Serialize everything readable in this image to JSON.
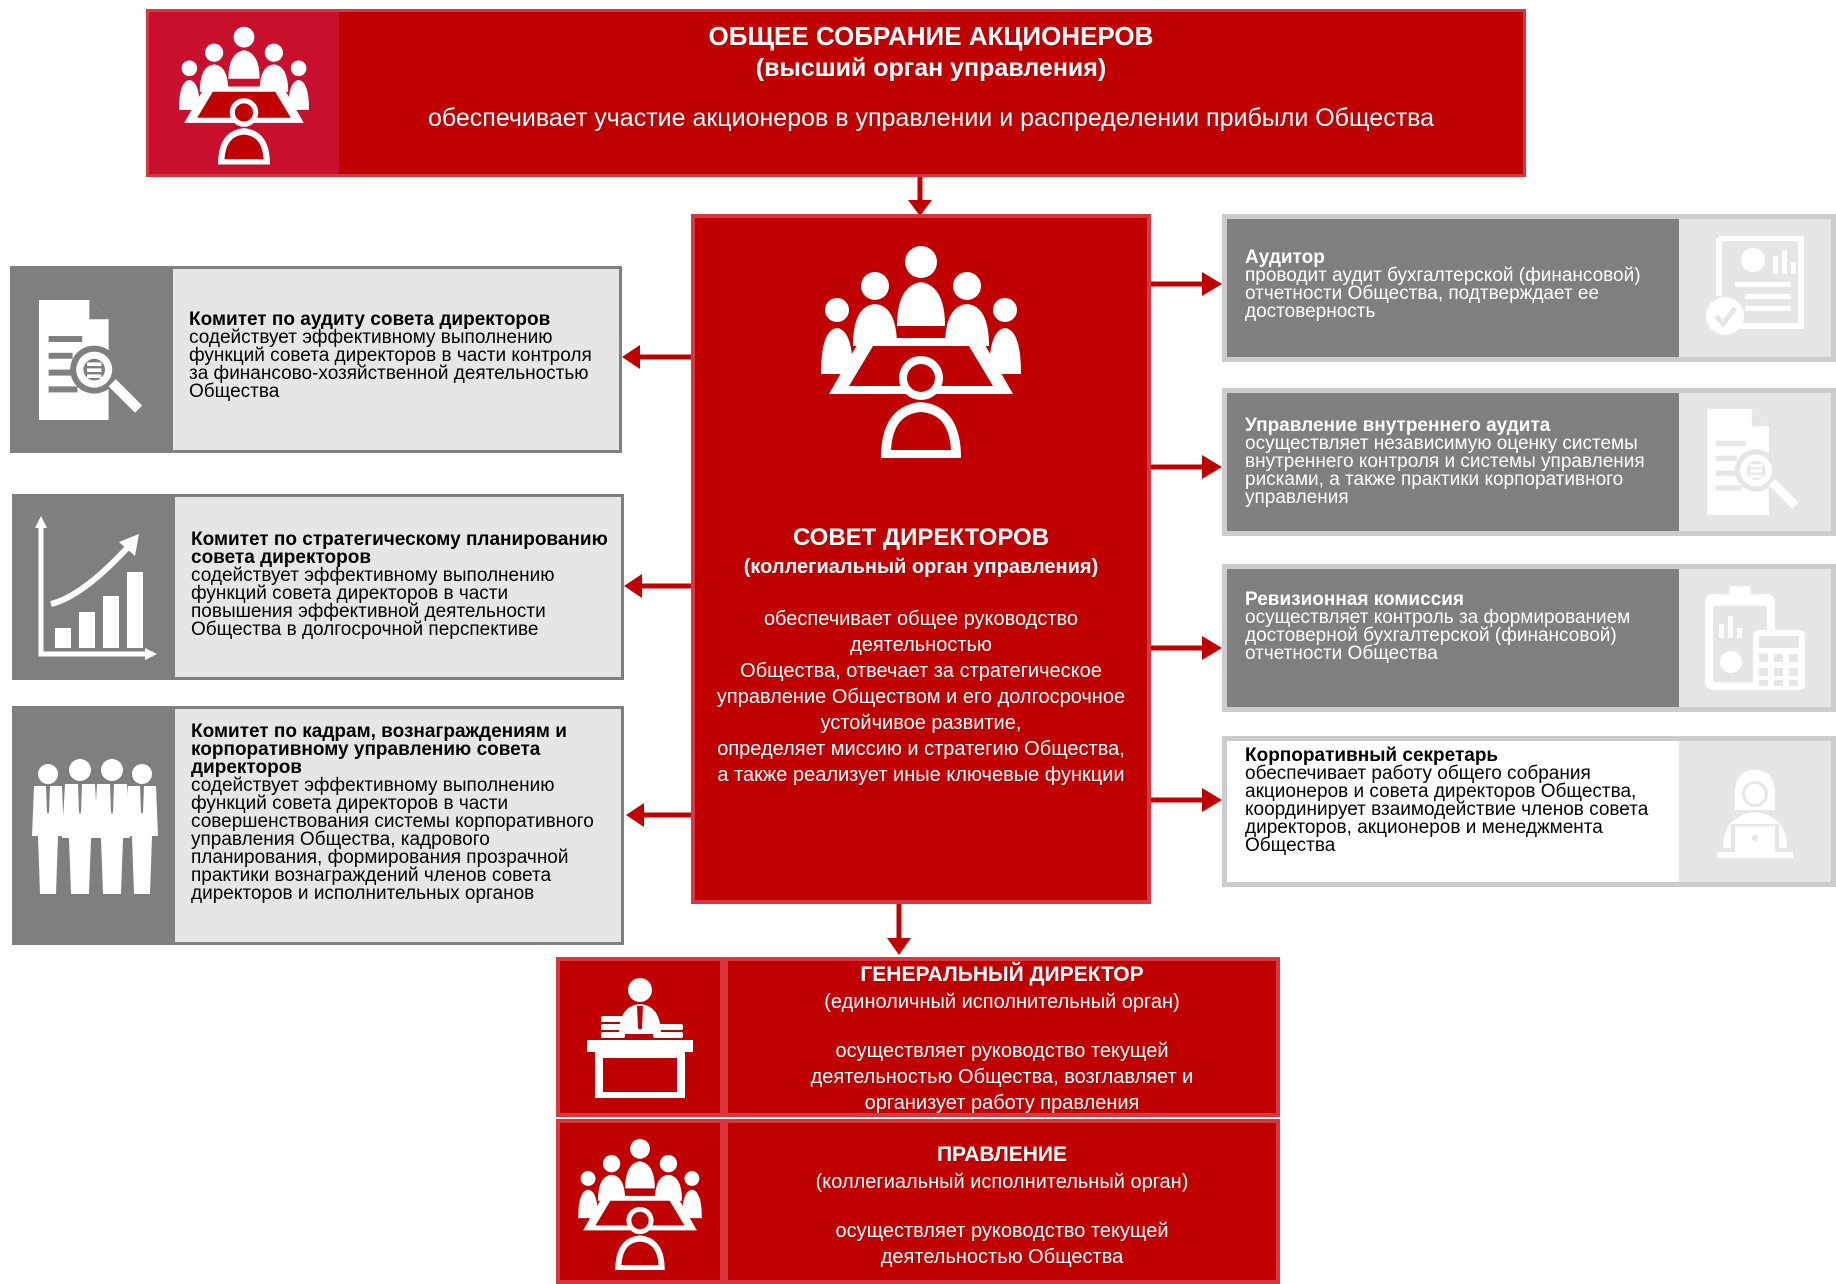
{
  "colors": {
    "red": "#c00000",
    "dark_gray": "#7f7f7f",
    "light_gray": "#e6e6e6",
    "white": "#ffffff"
  },
  "top": {
    "title": "ОБЩЕЕ СОБРАНИЕ АКЦИОНЕРОВ",
    "subtitle": "(высший орган управления)",
    "desc": "обеспечивает участие акционеров в управлении  и распределении  прибыли  Общества",
    "icon": "meeting-icon"
  },
  "board": {
    "title": "СОВЕТ ДИРЕКТОРОВ",
    "subtitle": "(коллегиальный орган управления)",
    "desc": "обеспечивает общее руководство деятельностью\nОбщества, отвечает за  стратегическое управление Обществом и его долгосрочное устойчивое развитие,\nопределяет миссию и стратегию Общества,\nа также реализует иные ключевые функции",
    "icon": "meeting-icon"
  },
  "left_committees": [
    {
      "title": "Комитет по аудиту совета директоров",
      "desc": "содействует эффективному выполнению функций совета директоров в части контроля за финансово-хозяйственной деятельностью Общества",
      "icon": "document-search-icon"
    },
    {
      "title": "Комитет по стратегическому планированию  совета директоров",
      "desc": "содействует эффективному выполнению функций совета директоров в части повышения эффективной деятельности Общества в долгосрочной перспективе",
      "icon": "growth-chart-icon"
    },
    {
      "title": "Комитет по кадрам, вознаграждениям и корпоративному управлению совета директоров",
      "desc": "содействует эффективному выполнению функций совета директоров в части совершенствования системы корпоративного  управления Общества, кадрового планирования, формирования прозрачной практики  вознаграждений членов совета директоров и исполнительных органов",
      "icon": "people-group-icon"
    }
  ],
  "right_bodies": [
    {
      "title": "Аудитор",
      "desc": "проводит аудит бухгалтерской (финансовой)  отчетности Общества, подтверждает ее достоверность",
      "icon": "audit-report-icon"
    },
    {
      "title": "Управление внутреннего аудита",
      "desc": "осуществляет независимую оценку системы внутреннего контроля и системы управления рисками, а также практики корпоративного  управления",
      "icon": "document-search-icon"
    },
    {
      "title": "Ревизионная комиссия",
      "desc": "осуществляет контроль за формированием  достоверной бухгалтерской  (финансовой)  отчетности Общества",
      "icon": "calculator-clipboard-icon"
    },
    {
      "title": "Корпоративный  секретарь",
      "desc": "обеспечивает  работу  общего  собрания акционеров  и совета директоров Общества, координирует взаимодействие членов совета директоров, акционеров  и менеджмента Общества",
      "icon": "secretary-laptop-icon"
    }
  ],
  "ceo": {
    "title": "ГЕНЕРАЛЬНЫЙ ДИРЕКТОР",
    "subtitle": "(единоличный исполнительный орган)",
    "desc": "осуществляет руководство  текущей деятельностью Общества, возглавляет и организует работу правления",
    "icon": "director-desk-icon"
  },
  "management": {
    "title": "ПРАВЛЕНИЕ",
    "subtitle": "(коллегиальный исполнительный орган)",
    "desc": "осуществляет руководство текущей деятельностью Общества",
    "icon": "meeting-icon"
  }
}
